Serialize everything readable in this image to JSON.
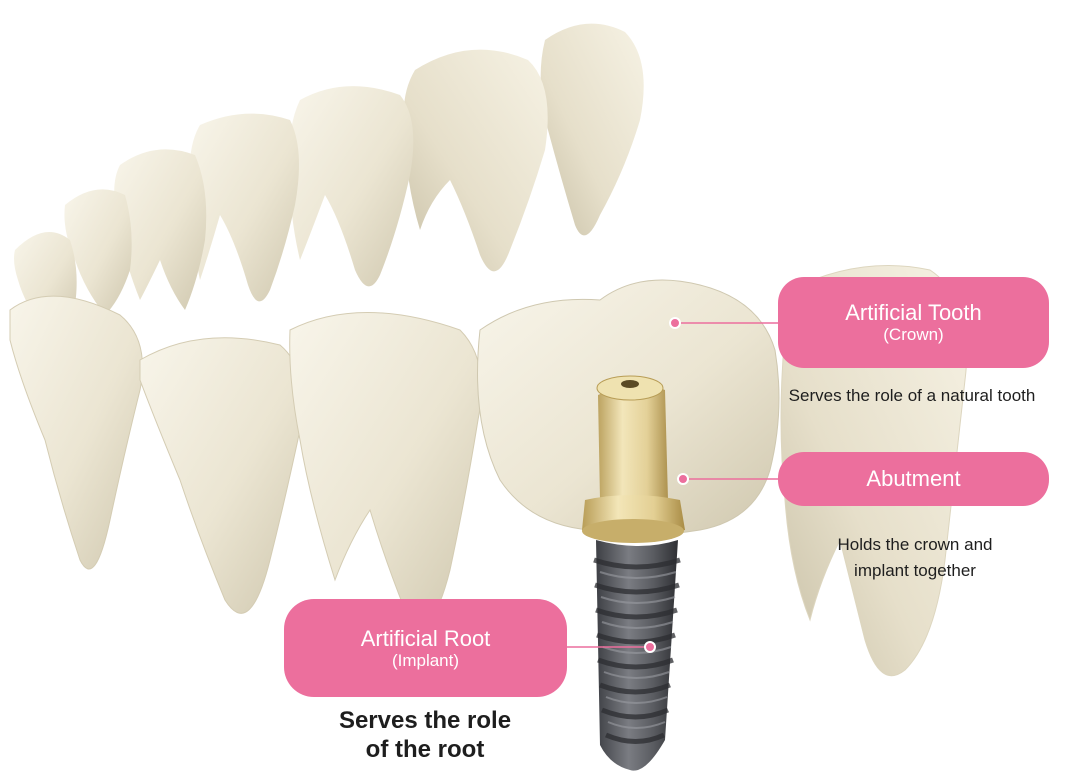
{
  "labels": {
    "crown": {
      "title": "Artificial Tooth",
      "subtitle": "(Crown)",
      "description": "Serves the role of a natural tooth"
    },
    "abutment": {
      "title": "Abutment",
      "description_line1": "Holds the crown and",
      "description_line2": "implant together"
    },
    "root": {
      "title": "Artificial Root",
      "subtitle": "(Implant)",
      "description_line1": "Serves the role",
      "description_line2": "of the root"
    }
  },
  "colors": {
    "label_pink": "#ec6f9d",
    "tooth": "#ece7d6",
    "tooth_shadow": "#c9c2ab",
    "abutment_gold": "#e2cf98",
    "implant_gray": "#5b5d62",
    "text_dark": "#1e1e1e"
  },
  "icons": {
    "pointer_dot": "pointer-dot-icon"
  }
}
